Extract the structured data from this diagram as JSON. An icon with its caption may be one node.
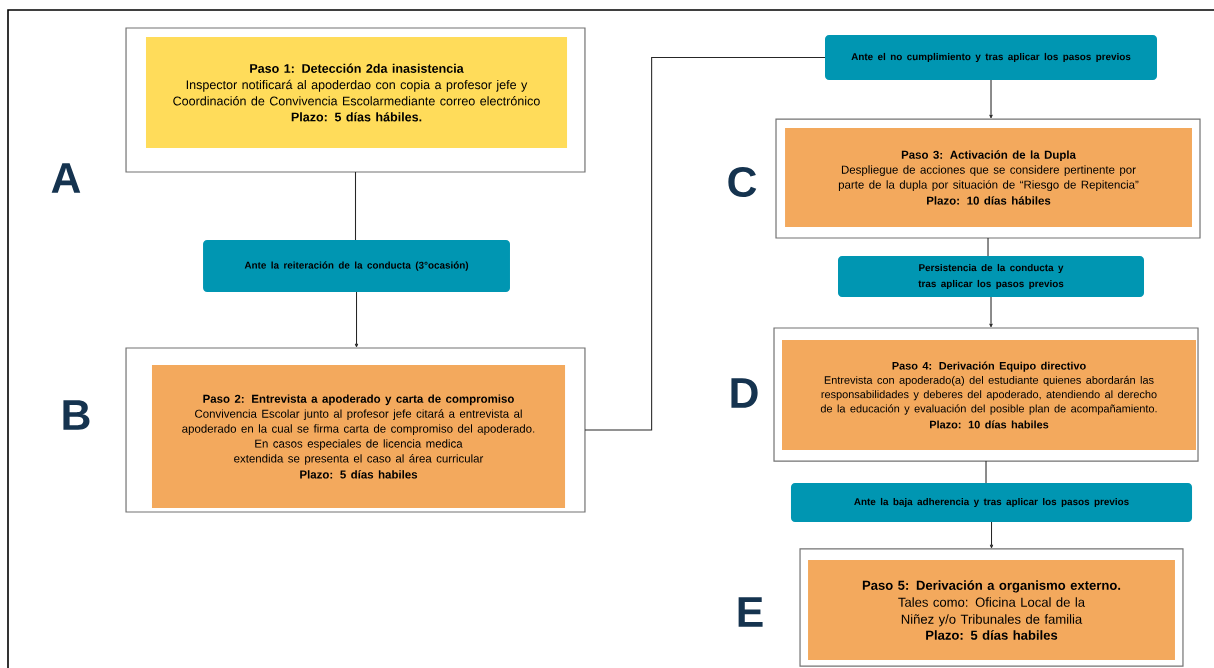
{
  "diagram": {
    "nodes": [
      {
        "text": [],
        "shape": "box"
      },
      {
        "text": [
          "Paso 1: Detección 2da inasistencia",
          "Inspector notificará al apoderdao con copia a profesor jefe y Coordinación de Convivencia Escolarmediante correo electrónico",
          "Plazo: 5 días hábiles."
        ],
        "in": 0
      },
      {
        "text": [
          "Ante la reiteración de la conducta (3°ocasión)"
        ]
      },
      {
        "text": [],
        "shape": "box"
      },
      {
        "text": [
          "Paso 2: Entrevista a apoderado y carta de compromiso",
          "Convivencia Escolar junto al profesor jefe citará a entrevista al apoderado en la cual se firma carta de compromiso del apoderado.",
          "En casos especiales de licencia medica extendida se presenta el caso al área curricular",
          "Plazo: 5 días habiles"
        ],
        "in": 3
      },
      {
        "text": [
          "Ante el no cumplimiento y tras aplicar los pasos previos"
        ]
      },
      {
        "text": [],
        "shape": "box"
      },
      {
        "text": [
          "Paso 3: Activación de la Dupla",
          "Despliegue de acciones que se considere pertinente por parte de la dupla por situación de “Riesgo de Repitencia”",
          "Plazo: 10 días hábiles"
        ],
        "in": 6
      },
      {
        "text": [
          "Persistencia de la conducta y tras aplicar los pasos previos"
        ]
      },
      {
        "text": [],
        "shape": "box"
      },
      {
        "text": [
          "Paso 4: Derivación Equipo directivo",
          "Entrevista con apoderado(a) del estudiante quienes abordarán las responsabilidades y deberes del apoderado, atendiendo al derecho de la educación y evaluación del posible plan de acompañamiento.",
          "Plazo: 10 días habiles"
        ],
        "in": 9
      },
      {
        "text": [
          "Ante la baja adherencia y tras aplicar los pasos previos"
        ]
      },
      {
        "text": [],
        "shape": "box"
      },
      {
        "text": [
          "Paso 5: Derivación a organismo externo.",
          "Tales como: Oficina Local de la Niñez y/o Tribunales de familia",
          "Plazo: 5 días habiles"
        ],
        "in": 12
      }
    ],
    "edges": [
      {
        "from": 0,
        "to": 2,
        "arrow": "none"
      },
      {
        "from": 2,
        "to": 3,
        "arrow": "to"
      },
      {
        "from": 3,
        "to": 5,
        "arrow": "none"
      },
      {
        "from": 5,
        "to": 6,
        "arrow": "to"
      },
      {
        "from": 6,
        "to": 8,
        "arrow": "none"
      },
      {
        "from": 8,
        "to": 9,
        "arrow": "to"
      },
      {
        "from": 9,
        "to": 11,
        "arrow": "none"
      },
      {
        "from": 11,
        "to": 12,
        "arrow": "to"
      }
    ],
    "labels": [
      "A",
      "B",
      "C",
      "D",
      "E"
    ]
  }
}
